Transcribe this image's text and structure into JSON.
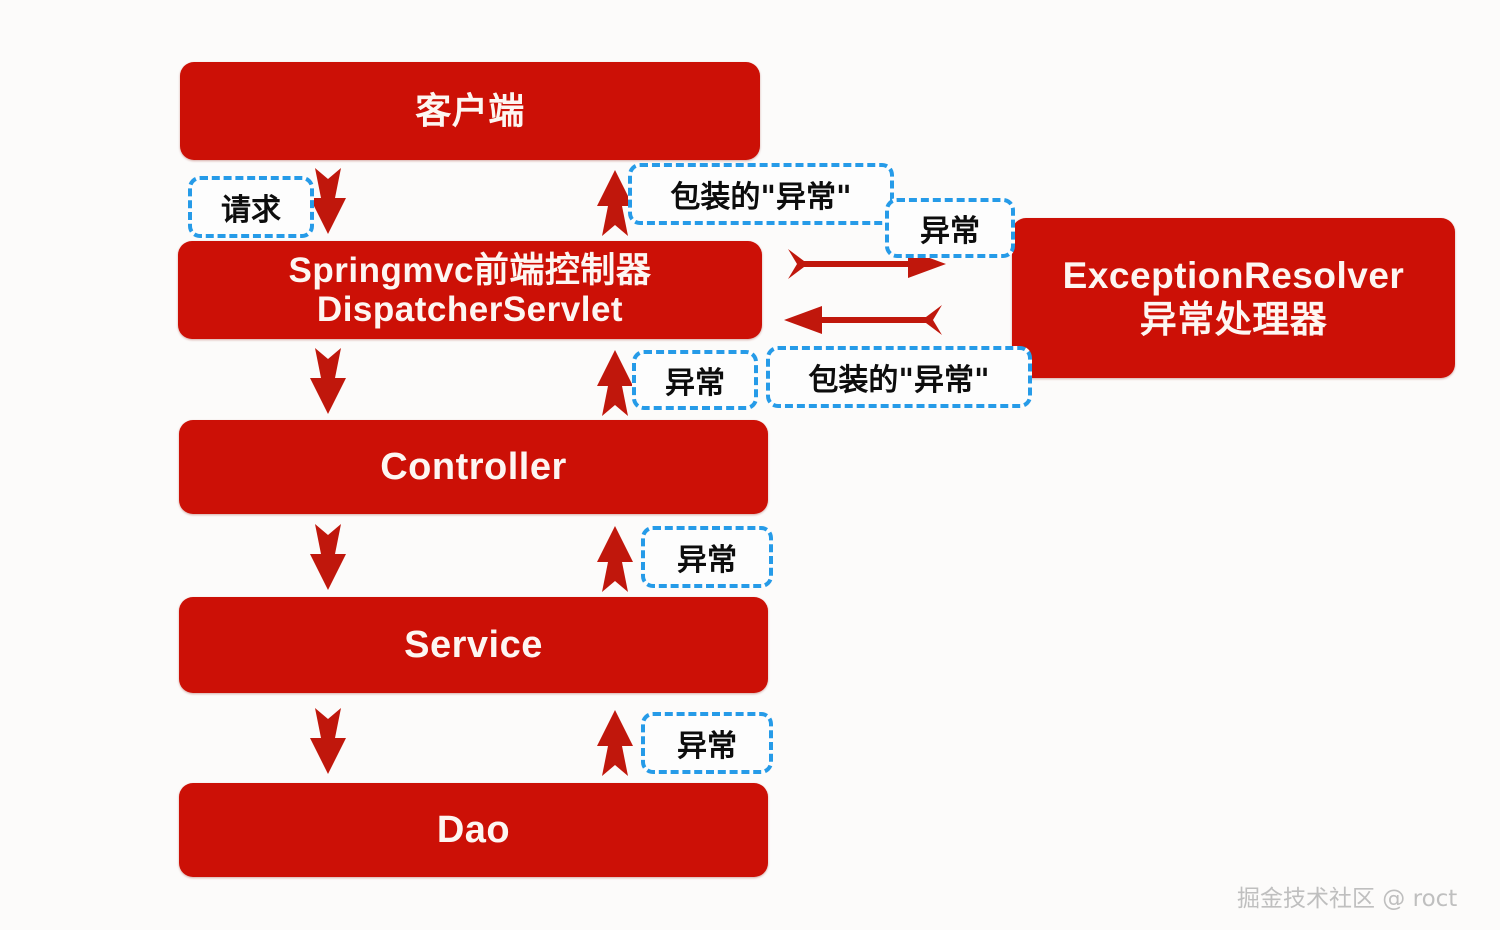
{
  "diagram": {
    "title": "SpringMVC exception handling flow",
    "colors": {
      "box_red": "#CC1006",
      "label_border_blue": "#269BE8",
      "arrow_red": "#C0170C",
      "background": "#FCFBFA",
      "watermark": "#BFBFBF"
    },
    "nodes": [
      {
        "id": "client",
        "label": "客户端"
      },
      {
        "id": "dispatcher",
        "label_line1": "Springmvc前端控制器",
        "label_line2": "DispatcherServlet"
      },
      {
        "id": "controller",
        "label": "Controller"
      },
      {
        "id": "service",
        "label": "Service"
      },
      {
        "id": "dao",
        "label": "Dao"
      },
      {
        "id": "resolver",
        "label_line1": "ExceptionResolver",
        "label_line2": "异常处理器"
      }
    ],
    "labels": [
      {
        "id": "request",
        "text": "请求"
      },
      {
        "id": "wrapped-exc-top",
        "text": "包装的\"异常\""
      },
      {
        "id": "exc-to-resolver",
        "text": "异常"
      },
      {
        "id": "exc-dispatcher",
        "text": "异常"
      },
      {
        "id": "wrapped-exc-bottom",
        "text": "包装的\"异常\""
      },
      {
        "id": "exc-controller",
        "text": "异常"
      },
      {
        "id": "exc-service",
        "text": "异常"
      }
    ],
    "arrows": [
      {
        "id": "client-to-dispatcher",
        "direction": "down"
      },
      {
        "id": "dispatcher-to-client",
        "direction": "up"
      },
      {
        "id": "dispatcher-to-controller",
        "direction": "down"
      },
      {
        "id": "controller-to-dispatcher",
        "direction": "up"
      },
      {
        "id": "controller-to-service",
        "direction": "down"
      },
      {
        "id": "service-to-controller",
        "direction": "up"
      },
      {
        "id": "service-to-dao",
        "direction": "down"
      },
      {
        "id": "dao-to-service",
        "direction": "up"
      },
      {
        "id": "dispatcher-to-resolver",
        "direction": "right"
      },
      {
        "id": "resolver-to-dispatcher",
        "direction": "left"
      }
    ],
    "watermark": "掘金技术社区 @ roct"
  }
}
